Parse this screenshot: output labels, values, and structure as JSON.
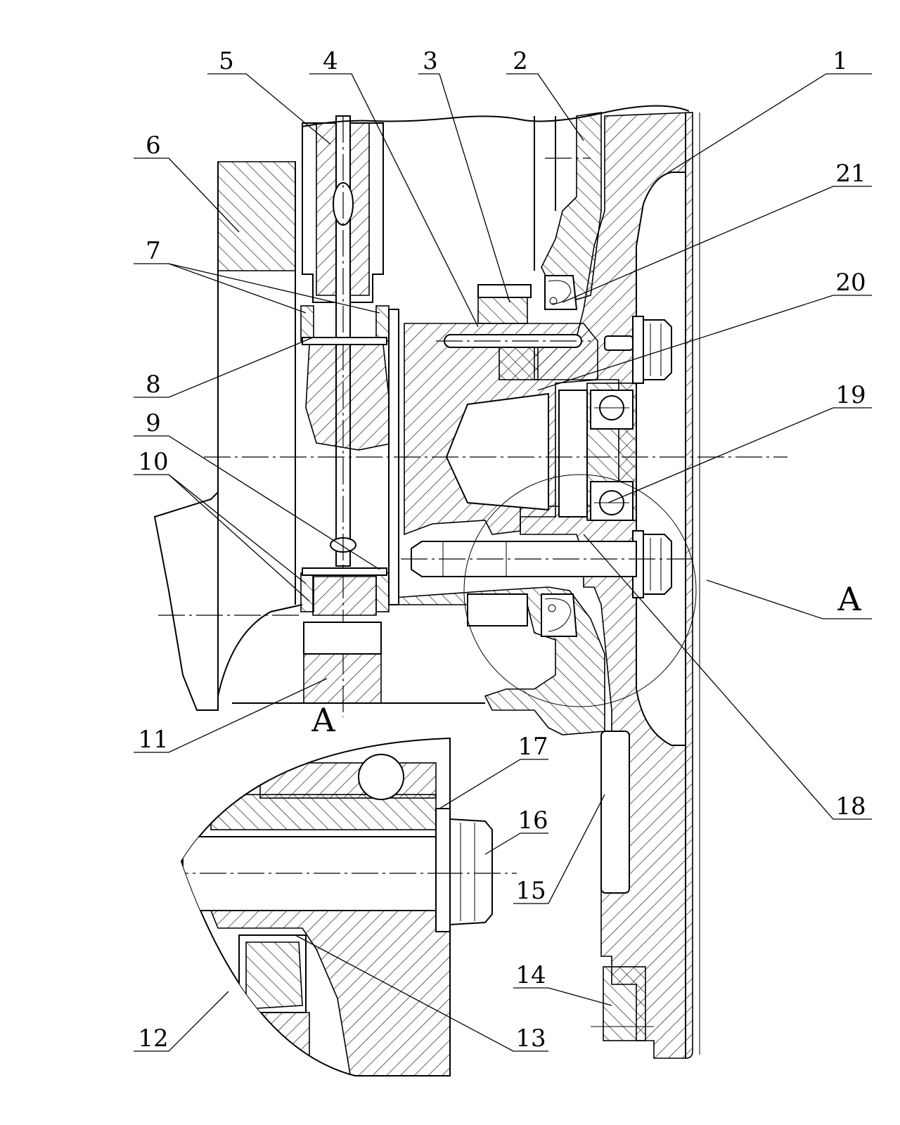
{
  "callouts": [
    {
      "id": "1",
      "text": "1"
    },
    {
      "id": "2",
      "text": "2"
    },
    {
      "id": "3",
      "text": "3"
    },
    {
      "id": "4",
      "text": "4"
    },
    {
      "id": "5",
      "text": "5"
    },
    {
      "id": "6",
      "text": "6"
    },
    {
      "id": "7",
      "text": "7"
    },
    {
      "id": "8",
      "text": "8"
    },
    {
      "id": "9",
      "text": "9"
    },
    {
      "id": "10",
      "text": "10"
    },
    {
      "id": "11",
      "text": "11"
    },
    {
      "id": "12",
      "text": "12"
    },
    {
      "id": "13",
      "text": "13"
    },
    {
      "id": "14",
      "text": "14"
    },
    {
      "id": "15",
      "text": "15"
    },
    {
      "id": "16",
      "text": "16"
    },
    {
      "id": "17",
      "text": "17"
    },
    {
      "id": "18",
      "text": "18"
    },
    {
      "id": "19",
      "text": "19"
    },
    {
      "id": "20",
      "text": "20"
    },
    {
      "id": "21",
      "text": "21"
    }
  ],
  "section_marks": {
    "main_view_marker": "A",
    "detail_view_title": "A"
  }
}
